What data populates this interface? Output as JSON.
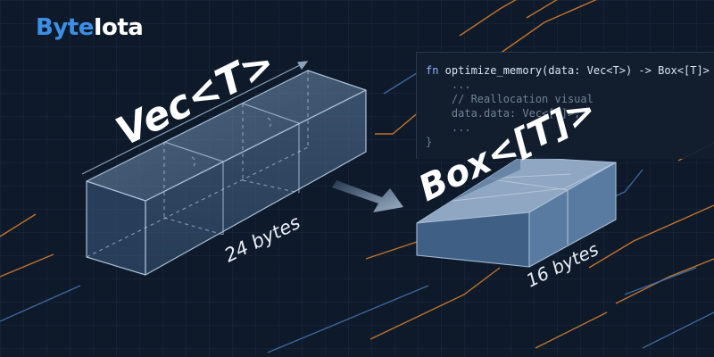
{
  "brand": {
    "part1": "Byte",
    "part2": "Iota"
  },
  "code": {
    "line1_kw": "fn",
    "line1_rest": " optimize_memory(data: Vec<T>) -> Box<[T]> {",
    "line2": "    ...",
    "line3": "    // Reallocation visual",
    "line4": "    data.data: Vec<[T]>;",
    "line5": "    ...",
    "line6": "}"
  },
  "vec": {
    "label": "Vec<T>",
    "size": "24 bytes"
  },
  "box": {
    "label": "Box<[T]>",
    "size": "16 bytes"
  },
  "colors": {
    "background": "#0e1a2a",
    "brand_blue": "#3d8fe6",
    "circuit_orange": "#e0822e",
    "box_face": "#6b8cb0"
  }
}
